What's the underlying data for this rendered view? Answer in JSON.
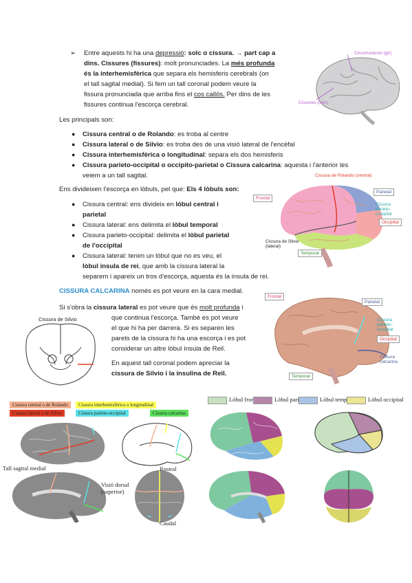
{
  "intro": {
    "arrow": "➢",
    "l1a": "Entre aquests hi ha una ",
    "l1b": "depressió",
    "l1c": ": solc o cissura. → part cap a",
    "l2a": "dins. Cissures (fissures)",
    "l2b": ": molt pronunciades. La ",
    "l2c": "més profunda",
    "l3a": "és la interhemisfèrica",
    "l3b": " que separa els hemisferis cerebrals (on",
    "l4": "el tall sagital medial). Si fem un tall coronal podem veure la",
    "l5": "fissura pronunciada que arriba fins el ",
    "l5b": "cos callós.",
    "l5c": " Per dins de les",
    "l6": "fissures continua l'escorça cerebral."
  },
  "fig1": {
    "gyrus": "Circumvolució (gir)",
    "sulcus": "Cissures (solc)"
  },
  "principals": "Les principals son:",
  "fissures": [
    {
      "b": "Cissura central o de Rolando",
      "t": ": es troba al centre"
    },
    {
      "b": "Cissura lateral o de Silvio",
      "t": ": es troba des de una visió lateral de l'encèfal"
    },
    {
      "b": "Cissura interhemisfèrica o longitudinal",
      "t": ": separa els dos hemisferis"
    },
    {
      "b": "Cissura parieto-occipital o occipito-parietal o Cissura calcarina",
      "t": ": aquesta i l'anterior les"
    },
    {
      "b": "",
      "t": "veiem a un tall sagital."
    }
  ],
  "lobes_intro": {
    "a": "Ens divideixen l'escorça en lòbuls, pel que:  ",
    "b": "Els 4 lòbuls son:"
  },
  "lobe_items": {
    "i1a": "Cissura central: ens divideix en ",
    "i1b": "lòbul central i",
    "i1c": "parietal",
    "i2a": "Cissura lateral: ens delimita el ",
    "i2b": "lòbul temporal",
    "i3a": "Cissura parieto-occipital: delimita el ",
    "i3b": "lòbul parietal",
    "i3c": "de l'occipital",
    "i4a": "Cissura lateral: tenim un lòbul que no es veu, el",
    "i4b": "lòbul insula de rei",
    "i4c": ", que amb la cissura lateral la",
    "i4d": "separem i apareix un tros d'escorça, aquesta és la insula de rei."
  },
  "fig2": {
    "rolando": "Cissura de Rolando (central)",
    "frontal": "Frontal",
    "parietal": "Parietal",
    "parieto_occ": "Cissura parieto-occipital",
    "occipital": "Occipital",
    "silvio": "Cissura de Silvio (lateral)",
    "temporal": "Temporal"
  },
  "calcarina": {
    "a": "CISSURA CALCARINA",
    "b": " només es pot veure en la cara medial."
  },
  "lateral_para": {
    "a": "Si s'obra la ",
    "b": "cissura lateral",
    "c": " es pot veure que és ",
    "d": "molt profunda",
    "e": " i",
    "l2": "que continua l'escorça. També es pot veure",
    "l3": "el que hi ha per darrera. Si es separen les",
    "l4": "parets de la cissura hi ha una escorça i es pot",
    "l5": "considerar un altre lòbul ínsula de Reil.",
    "l6a": "En aquest tall coronal podem apreciar la",
    "l7": "cissura de Silvio i la insulina de Reil."
  },
  "fig3": {
    "label": "Cissura de Silvio"
  },
  "fig4": {
    "frontal": "Frontal",
    "parietal": "Parietal",
    "parieto_occ": "Cissura parieto-occipital",
    "occipital": "Occipital",
    "calcarina": "Cissura calcarina",
    "temporal": "Temporal"
  },
  "legend_left": {
    "central": "Cissura central o de Rolando",
    "interhem": "Cissura interhemisfèrica o longitudinal",
    "silvio": "Cissura lateral o de Silvio",
    "parieto": "Cissura parieto-occipital",
    "calcarina": "Cissura calcarina",
    "sagital": "Tall sagital medial",
    "rostral": "Rostral",
    "dorsal": "Visió dorsal (superior)",
    "caudal": "Caudal"
  },
  "legend_right": {
    "frontal": "Lòbul frontal",
    "parietal": "Lòbul parietal",
    "temporal": "Lòbul temporal",
    "occipital": "Lòbul occipital"
  },
  "colors": {
    "frontal": "#c6e0c0",
    "parietal": "#b587a8",
    "temporal": "#a9c4e4",
    "occipital": "#eae493",
    "rolando": "#f3b08f",
    "interhem": "#ffff55",
    "silvio": "#e03a24",
    "parieto": "#5be0e6",
    "calcarina": "#5be05b",
    "accent_blue": "#2a8ec9"
  }
}
